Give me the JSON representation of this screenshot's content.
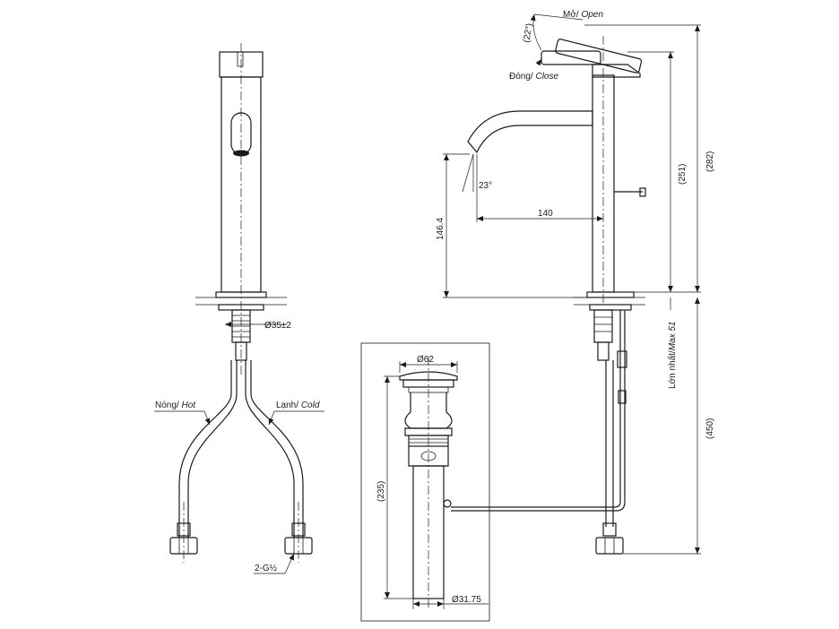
{
  "labels": {
    "open": {
      "vi": "Mở/",
      "en": "Open"
    },
    "close": {
      "vi": "Đóng/",
      "en": "Close"
    },
    "hot": {
      "vi": "Nóng/",
      "en": "Hot"
    },
    "cold": {
      "vi": "Lạnh/",
      "en": "Cold"
    },
    "max_vi": "Lớn nhất/",
    "max_en": "Max 51"
  },
  "dimensions": {
    "lever_angle": "(22°)",
    "spout_angle": "23°",
    "spout_reach": "140",
    "spout_height": "146.4",
    "body_height": "(251)",
    "total_height": "(282)",
    "hose_length": "(450)",
    "waste_height": "(235)",
    "mount_hole": "Ø35±2",
    "waste_top": "Ø62",
    "waste_pipe": "Ø31.75",
    "hose_thread": "2-G½"
  }
}
